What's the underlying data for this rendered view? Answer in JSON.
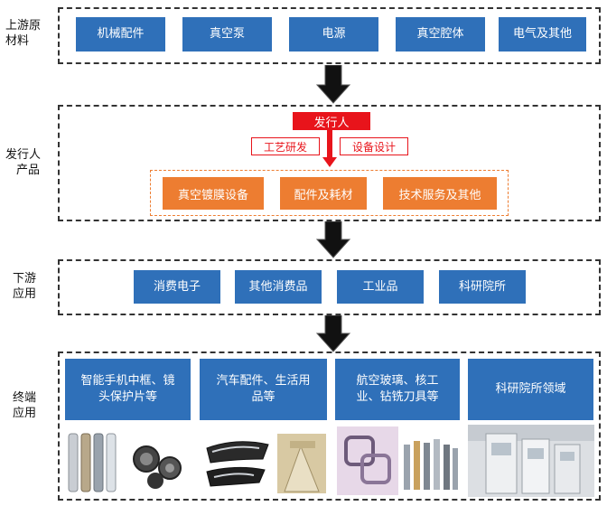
{
  "upstream": {
    "label_line1": "上游原",
    "label_line2": "材料",
    "items": [
      "机械配件",
      "真空泵",
      "电源",
      "真空腔体",
      "电气及其他"
    ]
  },
  "issuer": {
    "label_line1": "发行人",
    "label_line2": "产品",
    "title": "发行人",
    "tag_left": "工艺研发",
    "tag_right": "设备设计",
    "products": [
      "真空镀膜设备",
      "配件及耗材",
      "技术服务及其他"
    ]
  },
  "downstream": {
    "label_line1": "下游",
    "label_line2": "应用",
    "items": [
      "消费电子",
      "其他消费品",
      "工业品",
      "科研院所"
    ]
  },
  "terminal": {
    "label_line1": "终端",
    "label_line2": "应用",
    "items": [
      {
        "line1": "智能手机中框、镜",
        "line2": "头保护片等"
      },
      {
        "line1": "汽车配件、生活用",
        "line2": "品等"
      },
      {
        "line1": "航空玻璃、核工",
        "line2": "业、钻铣刀具等"
      },
      {
        "line1": "科研院所领域",
        "line2": ""
      }
    ]
  },
  "colors": {
    "blue_box": "#2f70b9",
    "orange_box": "#ed7d31",
    "red_tag": "#e8141b",
    "arrow": "#111111"
  },
  "icons": [
    "down-arrow-icon"
  ]
}
